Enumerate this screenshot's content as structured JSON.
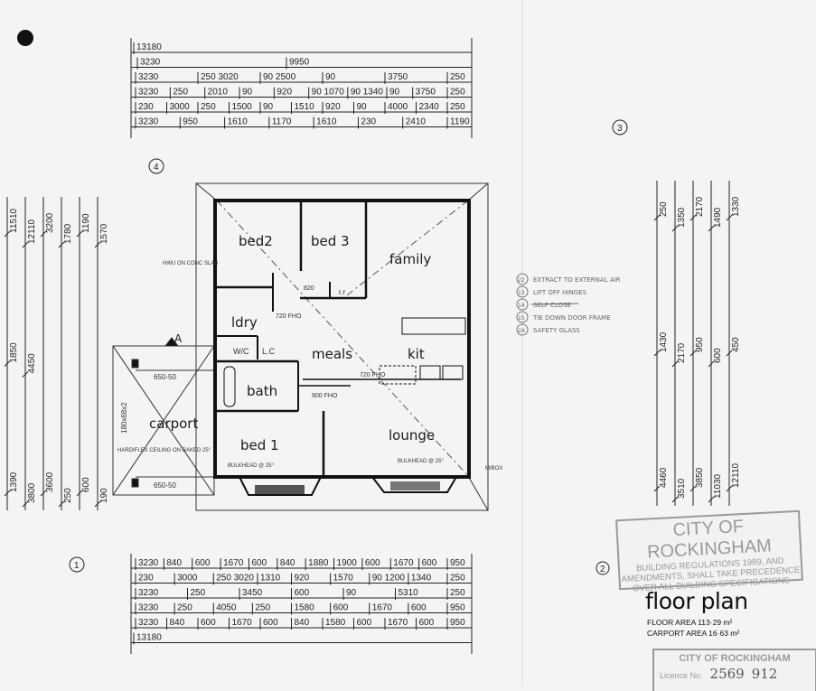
{
  "title": "floor plan",
  "floor_area": "FLOOR AREA 113·29 m²",
  "carport_area": "CARPORT AREA 16·63 m²",
  "rooms": {
    "bed2": "bed2",
    "bed3": "bed 3",
    "family": "family",
    "ldry": "ldry",
    "wc": "W/C",
    "lc": "L.C",
    "meals": "meals",
    "kit": "kit",
    "bath": "bath",
    "carport": "carport",
    "bed1": "bed 1",
    "lounge": "lounge"
  },
  "annotations": {
    "section_marker": "A",
    "bulkhead_bed1": "BULKHEAD @ 25°",
    "bulkhead_lounge": "BULKHEAD @ 25°",
    "carport_ceiling": "HARDIFLEX CEILING ON RAKED 25°",
    "hwu": "HWU ON CONC SLAB",
    "meter_box": "M/BOX",
    "post_top": "650-50",
    "post_bottom": "650-50",
    "carport_beam": "180x68x2",
    "door_820": "820",
    "fho1": "720 FHO",
    "fho2": "720 FHO",
    "fho3": "900 FHO",
    "rr": "r.r"
  },
  "elevation_markers": [
    "1",
    "2",
    "3",
    "4"
  ],
  "notes": [
    {
      "num": "22",
      "text": "EXTRACT TO EXTERNAL AIR"
    },
    {
      "num": "13",
      "text": "LIFT OFF HINGES"
    },
    {
      "num": "14",
      "text": "SELF CLOSE",
      "struck": true
    },
    {
      "num": "15",
      "text": "TIE DOWN DOOR FRAME"
    },
    {
      "num": "2A",
      "text": "SAFETY GLASS"
    }
  ],
  "dimensions": {
    "top": [
      [
        "13180"
      ],
      [
        "3230",
        "9950"
      ],
      [
        "3230",
        "250 3020",
        "90 2500",
        "90",
        "3750",
        "250"
      ],
      [
        "3230",
        "250",
        "2010",
        "90",
        "920",
        "90 1070",
        "90 1340",
        "90",
        "3750",
        "250"
      ],
      [
        "230",
        "3000",
        "250",
        "1500",
        "90",
        "1510",
        "920",
        "90",
        "4000",
        "2340",
        "250"
      ],
      [
        "3230",
        "950",
        "1610",
        "1170",
        "1610",
        "230",
        "2410",
        "1190"
      ]
    ],
    "bottom": [
      [
        "3230",
        "840",
        "600",
        "1670",
        "600",
        "840",
        "1880",
        "1900",
        "600",
        "1670",
        "600",
        "950"
      ],
      [
        "230",
        "3000",
        "250 3020",
        "1310",
        "920",
        "1570",
        "90 1200",
        "1340",
        "250"
      ],
      [
        "3230",
        "250",
        "3450",
        "600",
        "90",
        "5310",
        "250"
      ],
      [
        "3230",
        "250",
        "4050",
        "250",
        "1580",
        "600",
        "1670",
        "600",
        "950"
      ],
      [
        "3230",
        "840",
        "600",
        "1670",
        "600",
        "840",
        "1580",
        "600",
        "1670",
        "600",
        "950"
      ],
      [
        "13180"
      ]
    ],
    "left": [
      "11510",
      "12110",
      "3200",
      "1780",
      "1190",
      "1570",
      "1850",
      "4450",
      "3600",
      "250",
      "600",
      "190",
      "1390",
      "3800"
    ],
    "right": [
      "250",
      "1350",
      "2170",
      "1490",
      "1330",
      "1430",
      "2170",
      "950",
      "600",
      "450",
      "4460",
      "3510",
      "3850",
      "11030",
      "12110"
    ]
  },
  "stamp_main": {
    "line1": "CITY OF ROCKINGHAM",
    "line2": "BUILDING REGULATIONS 1989, AND",
    "line3": "AMENDMENTS, SHALL TAKE PRECEDENCE",
    "line4": "OVER ALL BUILDING SPECIFICATIONS"
  },
  "stamp_licence": {
    "line1": "CITY OF ROCKINGHAM",
    "label": "Licence No.",
    "number": "2569",
    "suffix": "912"
  }
}
